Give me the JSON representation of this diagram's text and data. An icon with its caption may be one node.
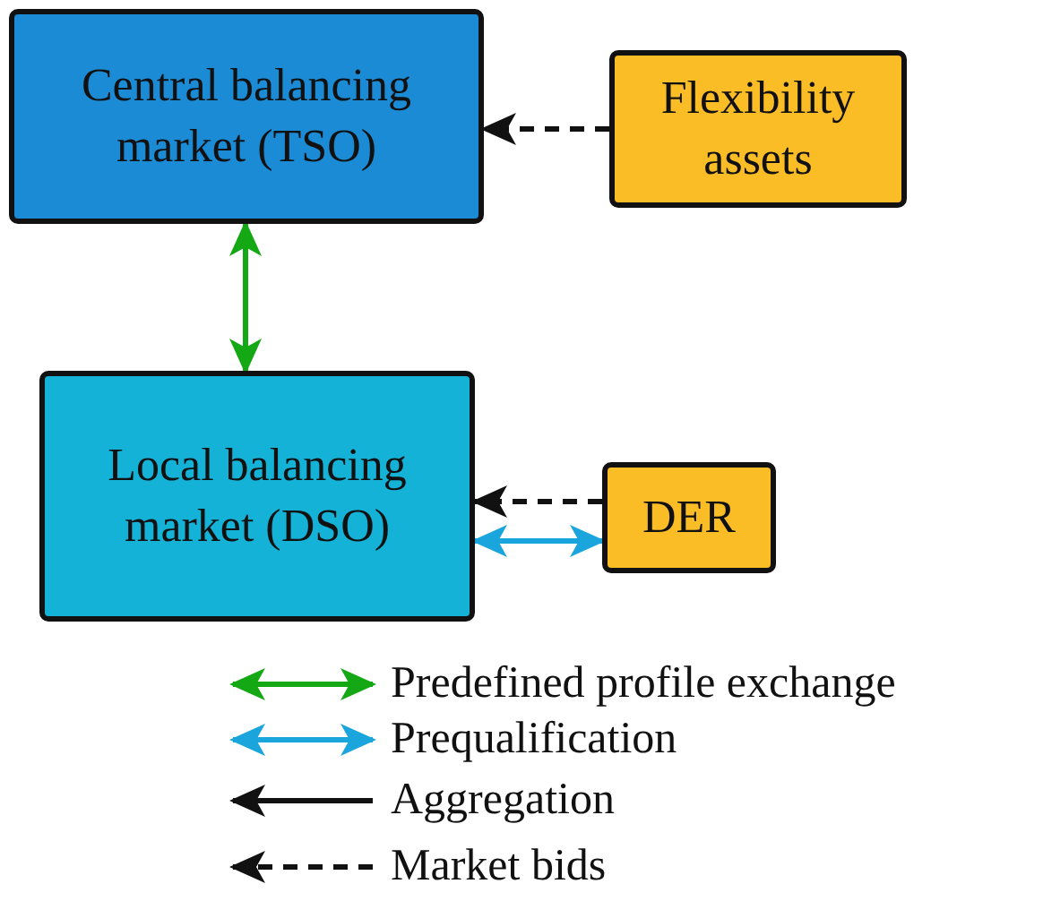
{
  "diagram": {
    "nodes": [
      {
        "text": [
          "Central balancing market (TSO)"
        ]
      },
      {
        "text": [
          "Flexibility assets"
        ]
      },
      {
        "text": [
          "Local balancing market (DSO)"
        ]
      },
      {
        "text": [
          "DER"
        ]
      }
    ],
    "edges": [
      {
        "from": 1,
        "to": 0,
        "arrow": "to",
        "style": "dashed"
      },
      {
        "from": 0,
        "to": 2,
        "arrow": "both",
        "color": "#14a814"
      },
      {
        "from": 3,
        "to": 2,
        "arrow": "to",
        "style": "dashed"
      },
      {
        "from": 2,
        "to": 3,
        "arrow": "both",
        "color": "#1aa6dc"
      }
    ],
    "legend": [
      {
        "text": "Predefined profile exchange"
      },
      {
        "text": "Prequalification"
      },
      {
        "text": "Aggregation"
      },
      {
        "text": "Market bids"
      }
    ]
  }
}
